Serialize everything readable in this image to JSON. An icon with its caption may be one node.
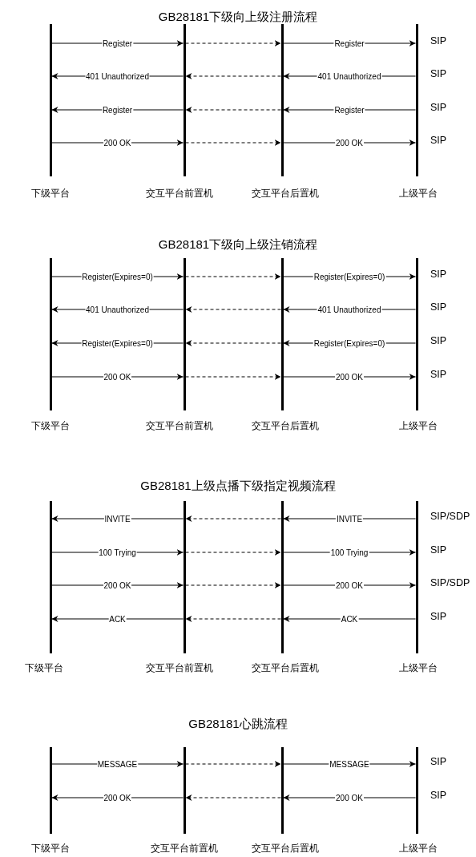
{
  "diagram": {
    "nodes": [
      {
        "text": [
          "下级平台"
        ]
      },
      {
        "text": [
          "交互平台前置机"
        ]
      },
      {
        "text": [
          "交互平台后置机"
        ]
      },
      {
        "text": [
          "上级平台"
        ]
      },
      {
        "text": [
          "下级平台"
        ]
      },
      {
        "text": [
          "交互平台前置机"
        ]
      },
      {
        "text": [
          "交互平台后置机"
        ]
      },
      {
        "text": [
          "上级平台"
        ]
      },
      {
        "text": [
          "下级平台"
        ]
      },
      {
        "text": [
          "交互平台前置机"
        ]
      },
      {
        "text": [
          "交互平台后置机"
        ]
      },
      {
        "text": [
          "上级平台"
        ]
      },
      {
        "text": [
          "下级平台"
        ]
      },
      {
        "text": [
          "交互平台前置机"
        ]
      },
      {
        "text": [
          "交互平台后置机"
        ]
      },
      {
        "text": [
          "上级平台"
        ]
      }
    ],
    "edges": [
      {
        "from": 0,
        "to": 1,
        "arrow": "to",
        "label": "Register"
      },
      {
        "from": 1,
        "to": 2,
        "arrow": "to",
        "style": "dashed"
      },
      {
        "from": 2,
        "to": 3,
        "arrow": "to",
        "label": "Register"
      },
      {
        "from": 3,
        "to": 2,
        "arrow": "to",
        "label": "401 Unauthorized"
      },
      {
        "from": 2,
        "to": 1,
        "arrow": "to",
        "style": "dashed"
      },
      {
        "from": 1,
        "to": 0,
        "arrow": "to",
        "label": "401 Unauthorized"
      },
      {
        "from": 3,
        "to": 2,
        "arrow": "to",
        "label": "Register"
      },
      {
        "from": 2,
        "to": 1,
        "arrow": "to",
        "style": "dashed"
      },
      {
        "from": 1,
        "to": 0,
        "arrow": "to",
        "label": "Register"
      },
      {
        "from": 0,
        "to": 1,
        "arrow": "to",
        "label": "200 OK"
      },
      {
        "from": 1,
        "to": 2,
        "arrow": "to",
        "style": "dashed"
      },
      {
        "from": 2,
        "to": 3,
        "arrow": "to",
        "label": "200 OK"
      },
      {
        "from": 4,
        "to": 5,
        "arrow": "to",
        "label": "Register(Expires=0)"
      },
      {
        "from": 5,
        "to": 6,
        "arrow": "to",
        "style": "dashed"
      },
      {
        "from": 6,
        "to": 7,
        "arrow": "to",
        "label": "Register(Expires=0)"
      },
      {
        "from": 7,
        "to": 6,
        "arrow": "to",
        "label": "401 Unauthorized"
      },
      {
        "from": 6,
        "to": 5,
        "arrow": "to",
        "style": "dashed"
      },
      {
        "from": 5,
        "to": 4,
        "arrow": "to",
        "label": "401 Unauthorized"
      },
      {
        "from": 7,
        "to": 6,
        "arrow": "to",
        "label": "Register(Expires=0)"
      },
      {
        "from": 6,
        "to": 5,
        "arrow": "to",
        "style": "dashed"
      },
      {
        "from": 5,
        "to": 4,
        "arrow": "to",
        "label": "Register(Expires=0)"
      },
      {
        "from": 4,
        "to": 5,
        "arrow": "to",
        "label": "200 OK"
      },
      {
        "from": 5,
        "to": 6,
        "arrow": "to",
        "style": "dashed"
      },
      {
        "from": 6,
        "to": 7,
        "arrow": "to",
        "label": "200 OK"
      },
      {
        "from": 11,
        "to": 10,
        "arrow": "to",
        "label": "INVITE"
      },
      {
        "from": 10,
        "to": 9,
        "arrow": "to",
        "style": "dashed"
      },
      {
        "from": 9,
        "to": 8,
        "arrow": "to",
        "label": "INVITE"
      },
      {
        "from": 8,
        "to": 9,
        "arrow": "to",
        "label": "100 Trying"
      },
      {
        "from": 9,
        "to": 10,
        "arrow": "to",
        "style": "dashed"
      },
      {
        "from": 10,
        "to": 11,
        "arrow": "to",
        "label": "100 Trying"
      },
      {
        "from": 8,
        "to": 9,
        "arrow": "to",
        "label": "200 OK"
      },
      {
        "from": 9,
        "to": 10,
        "arrow": "to",
        "style": "dashed"
      },
      {
        "from": 10,
        "to": 11,
        "arrow": "to",
        "label": "200 OK"
      },
      {
        "from": 11,
        "to": 10,
        "arrow": "to",
        "label": "ACK"
      },
      {
        "from": 10,
        "to": 9,
        "arrow": "to",
        "style": "dashed"
      },
      {
        "from": 9,
        "to": 8,
        "arrow": "to",
        "label": "ACK"
      },
      {
        "from": 12,
        "to": 13,
        "arrow": "to",
        "label": "MESSAGE"
      },
      {
        "from": 13,
        "to": 14,
        "arrow": "to",
        "style": "dashed"
      },
      {
        "from": 14,
        "to": 15,
        "arrow": "to",
        "label": "MESSAGE"
      },
      {
        "from": 15,
        "to": 14,
        "arrow": "to",
        "label": "200 OK"
      },
      {
        "from": 14,
        "to": 13,
        "arrow": "to",
        "style": "dashed"
      },
      {
        "from": 13,
        "to": 12,
        "arrow": "to",
        "label": "200 OK"
      }
    ],
    "labels": [
      "GB28181下级向上级注册流程",
      "SIP",
      "SIP",
      "SIP",
      "SIP",
      "GB28181下级向上级注销流程",
      "SIP",
      "SIP",
      "SIP",
      "SIP",
      "GB28181上级点播下级指定视频流程",
      "SIP/SDP",
      "SIP",
      "SIP/SDP",
      "SIP",
      "GB28181心跳流程",
      "SIP",
      "SIP"
    ]
  }
}
